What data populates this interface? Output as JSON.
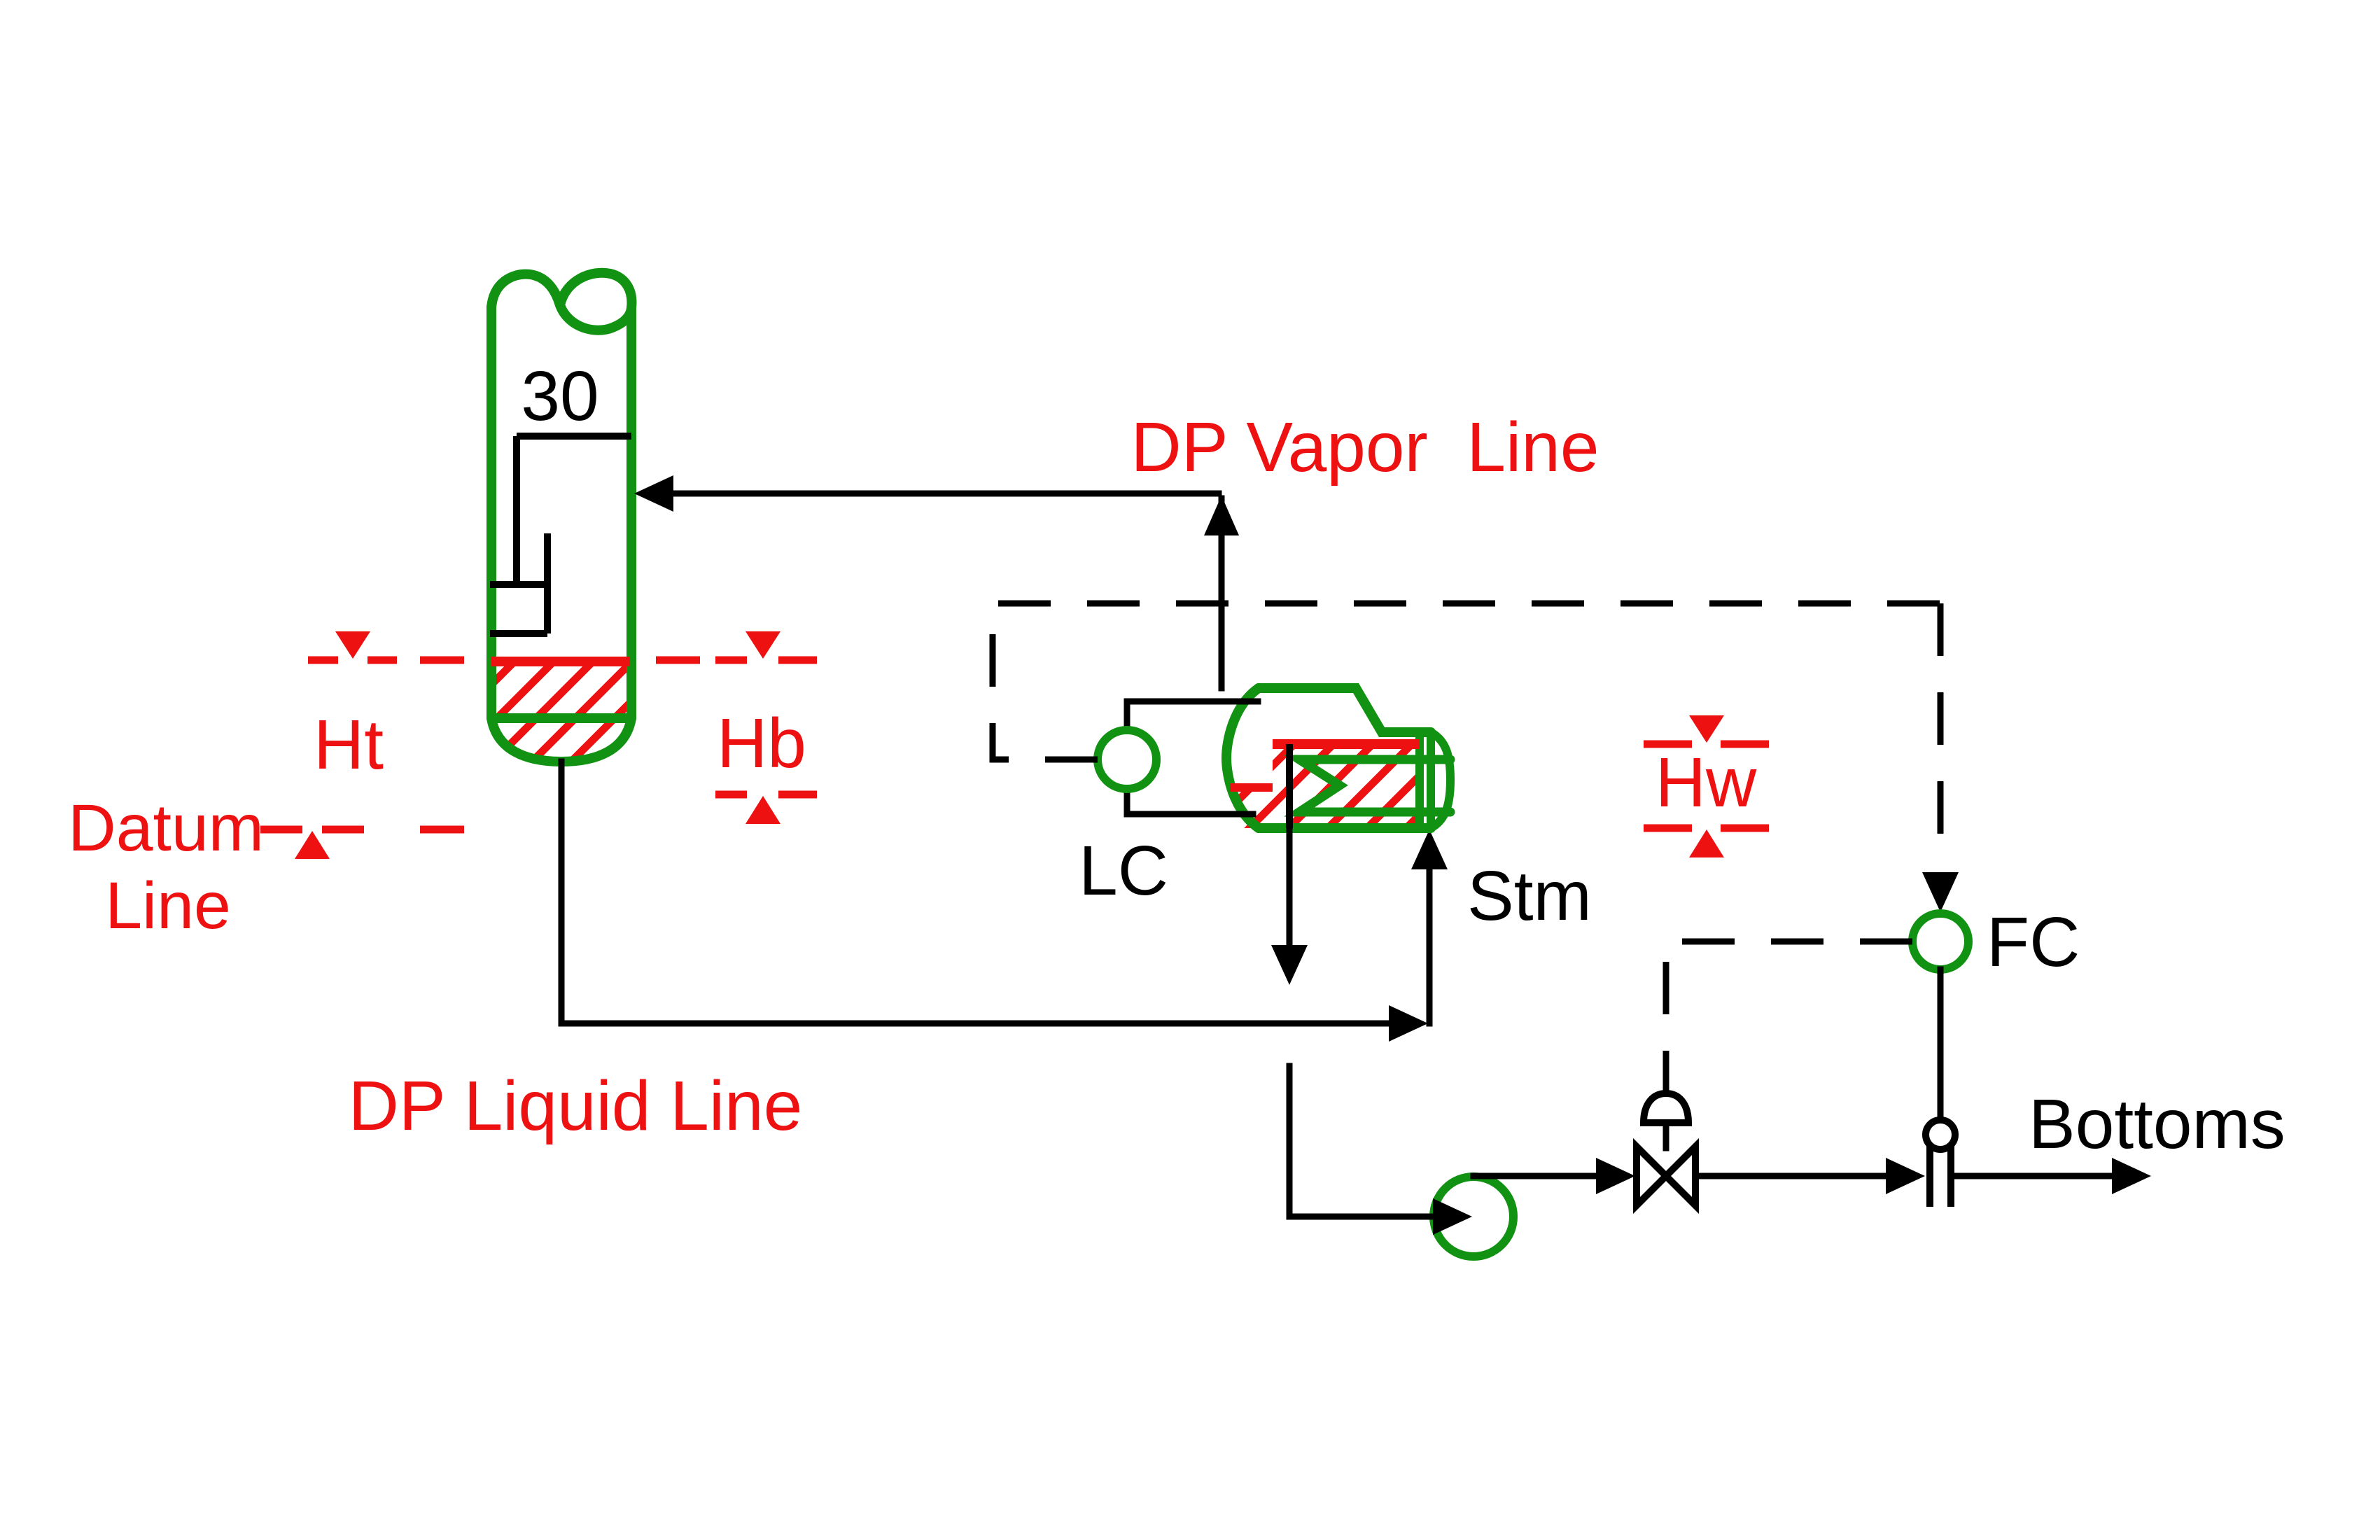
{
  "colors": {
    "equipment_green": "#129212",
    "annotation_red": "#ee1111",
    "line_black": "#000000",
    "background": "#ffffff"
  },
  "column": {
    "tray_label": "30"
  },
  "red_labels": {
    "dp_vapor_line": "DP Vapor  Line",
    "dp_liquid_line": "DP Liquid Line",
    "ht": "Ht",
    "hb": "Hb",
    "hw": "Hw",
    "datum_word": "Datum",
    "line_word": "Line"
  },
  "black_labels": {
    "level_controller": "LC",
    "flow_controller": "FC",
    "steam": "Stm",
    "bottoms": "Bottoms"
  }
}
